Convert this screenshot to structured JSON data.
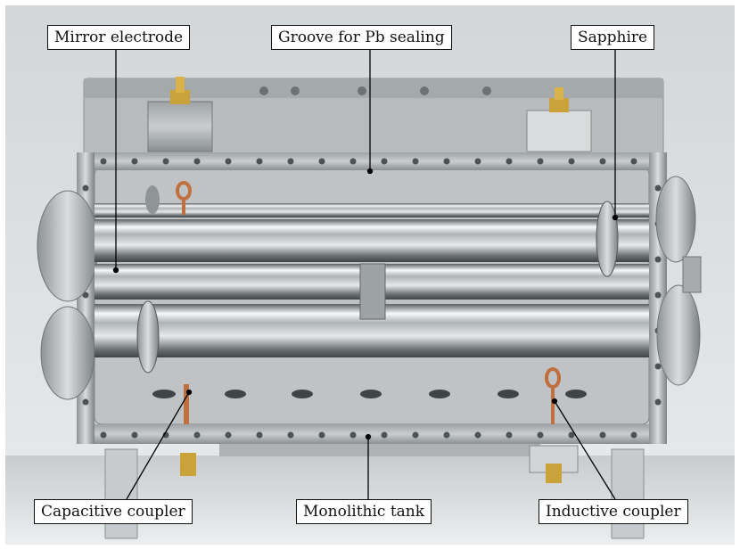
{
  "labels": {
    "mirror_electrode": "Mirror electrode",
    "groove": "Groove for Pb sealing",
    "sapphire": "Sapphire",
    "capacitive_coupler": "Capacitive coupler",
    "monolithic_tank": "Monolithic tank",
    "inductive_coupler": "Inductive coupler"
  },
  "colors": {
    "steel": "#b9bdbf",
    "steel_dark": "#7b8184",
    "chrome": "#eef1f2",
    "copper": "#c0703f",
    "gold": "#c9a23a",
    "leader": "#000000"
  }
}
